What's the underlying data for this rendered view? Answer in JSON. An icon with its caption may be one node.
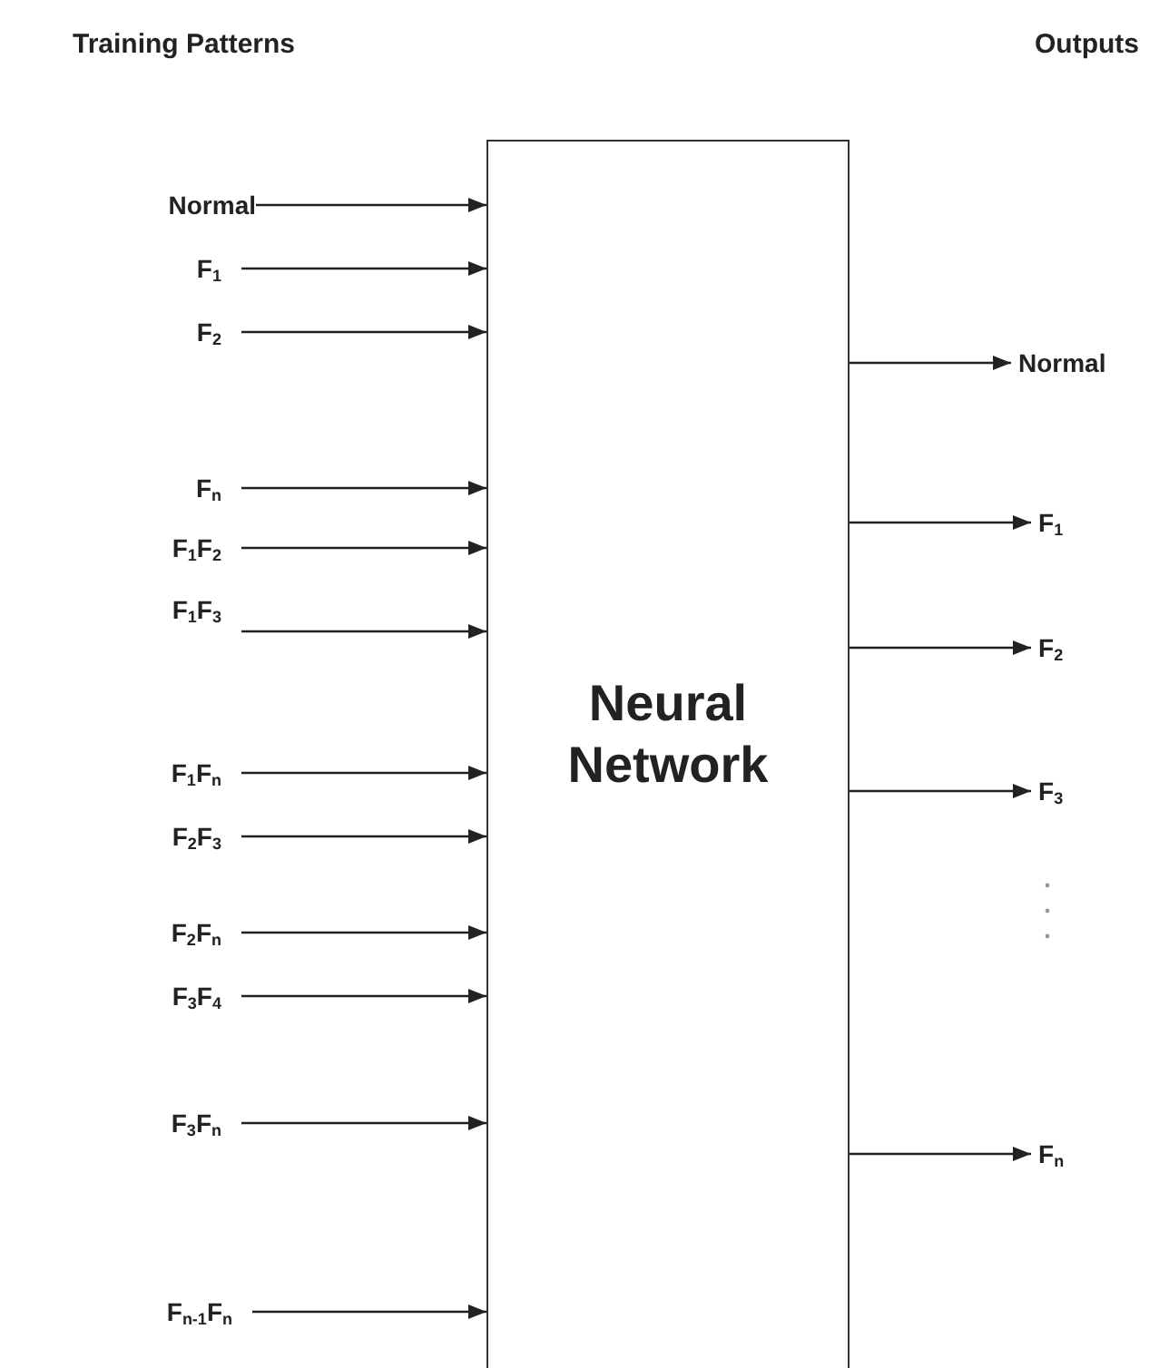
{
  "diagram": {
    "nodes": [
      {
        "text": [
          "Neural Network"
        ]
      },
      {
        "text": [
          "Normal"
        ]
      },
      {
        "text": [
          "F$_{1}$"
        ]
      },
      {
        "text": [
          "F$_{2}$"
        ]
      },
      {
        "text": [
          "F$_{n}$"
        ]
      },
      {
        "text": [
          "F$_{1}$F$_{2}$"
        ]
      },
      {
        "text": [
          "F$_{1}$F$_{3}$"
        ]
      },
      {
        "text": [
          "F$_{1}$F$_{n}$"
        ]
      },
      {
        "text": [
          "F$_{2}$F$_{3}$"
        ]
      },
      {
        "text": [
          "F$_{2}$F$_{n}$"
        ]
      },
      {
        "text": [
          "F$_{3}$F$_{4}$"
        ]
      },
      {
        "text": [
          "F$_{3}$F$_{n}$"
        ]
      },
      {
        "text": [
          "F$_{n-1}$F$_{n}$"
        ]
      },
      {
        "text": [
          "Normal"
        ]
      },
      {
        "text": [
          "F$_{1}$"
        ]
      },
      {
        "text": [
          "F$_{2}$"
        ]
      },
      {
        "text": [
          "F$_{3}$"
        ]
      },
      {
        "text": [
          "F$_{n}$"
        ]
      }
    ],
    "edges": [
      {
        "from": 1,
        "to": 0,
        "arrow": "to"
      },
      {
        "from": 2,
        "to": 0,
        "arrow": "to"
      },
      {
        "from": 3,
        "to": 0,
        "arrow": "to"
      },
      {
        "from": 4,
        "to": 0,
        "arrow": "to"
      },
      {
        "from": 5,
        "to": 0,
        "arrow": "to"
      },
      {
        "from": 6,
        "to": 0,
        "arrow": "to"
      },
      {
        "from": 7,
        "to": 0,
        "arrow": "to"
      },
      {
        "from": 8,
        "to": 0,
        "arrow": "to"
      },
      {
        "from": 9,
        "to": 0,
        "arrow": "to"
      },
      {
        "from": 10,
        "to": 0,
        "arrow": "to"
      },
      {
        "from": 11,
        "to": 0,
        "arrow": "to"
      },
      {
        "from": 12,
        "to": 0,
        "arrow": "to"
      },
      {
        "from": 0,
        "to": 13,
        "arrow": "to"
      },
      {
        "from": 0,
        "to": 14,
        "arrow": "to"
      },
      {
        "from": 0,
        "to": 15,
        "arrow": "to"
      },
      {
        "from": 0,
        "to": 16,
        "arrow": "to"
      },
      {
        "from": 0,
        "to": 17,
        "arrow": "to"
      }
    ],
    "labels": [
      "Training Patterns",
      "Outputs"
    ]
  }
}
